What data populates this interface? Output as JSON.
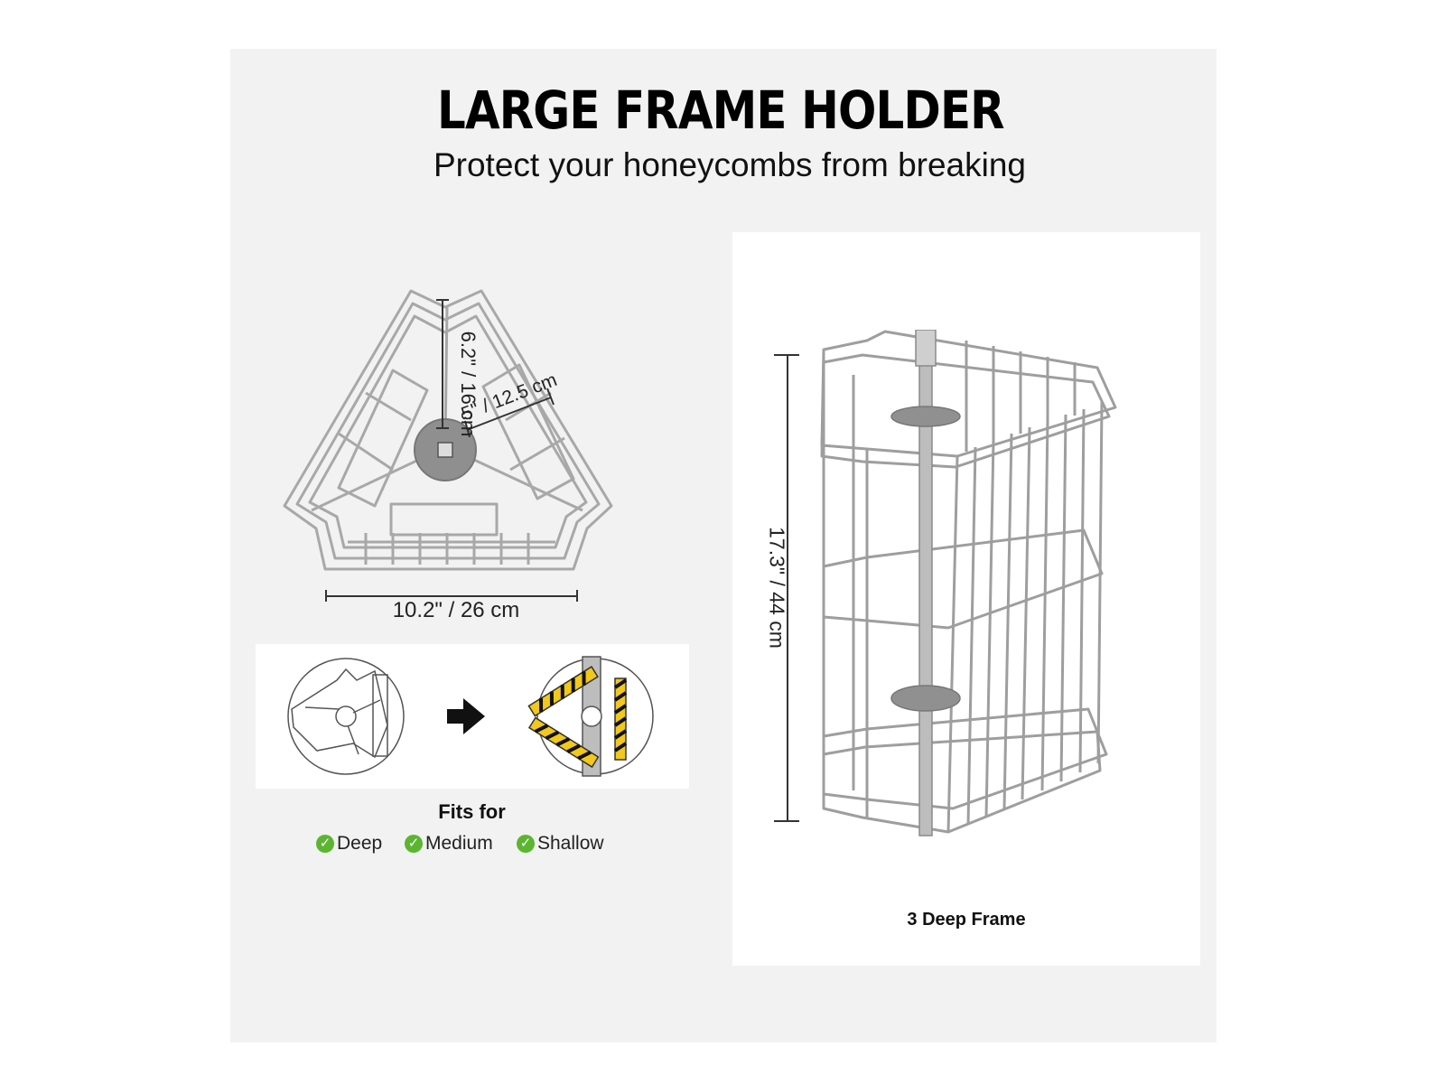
{
  "header": {
    "title": "LARGE FRAME HOLDER",
    "subtitle": "Protect your honeycombs from breaking"
  },
  "top_view": {
    "height_label": "6.2\" / 16 cm",
    "radius_label": "5\" / 12.5 cm",
    "width_label": "10.2\" / 26 cm"
  },
  "fits": {
    "title": "Fits for",
    "items": [
      {
        "label": "Deep"
      },
      {
        "label": "Medium"
      },
      {
        "label": "Shallow"
      }
    ],
    "check_color": "#5cb531"
  },
  "side_view": {
    "height_label": "17.3\" / 44 cm",
    "caption": "3 Deep Frame"
  },
  "colors": {
    "panel_bg": "#f2f2f2",
    "wire": "#9a9a9a",
    "hazard_yellow": "#f2c81a",
    "hazard_black": "#111111"
  }
}
